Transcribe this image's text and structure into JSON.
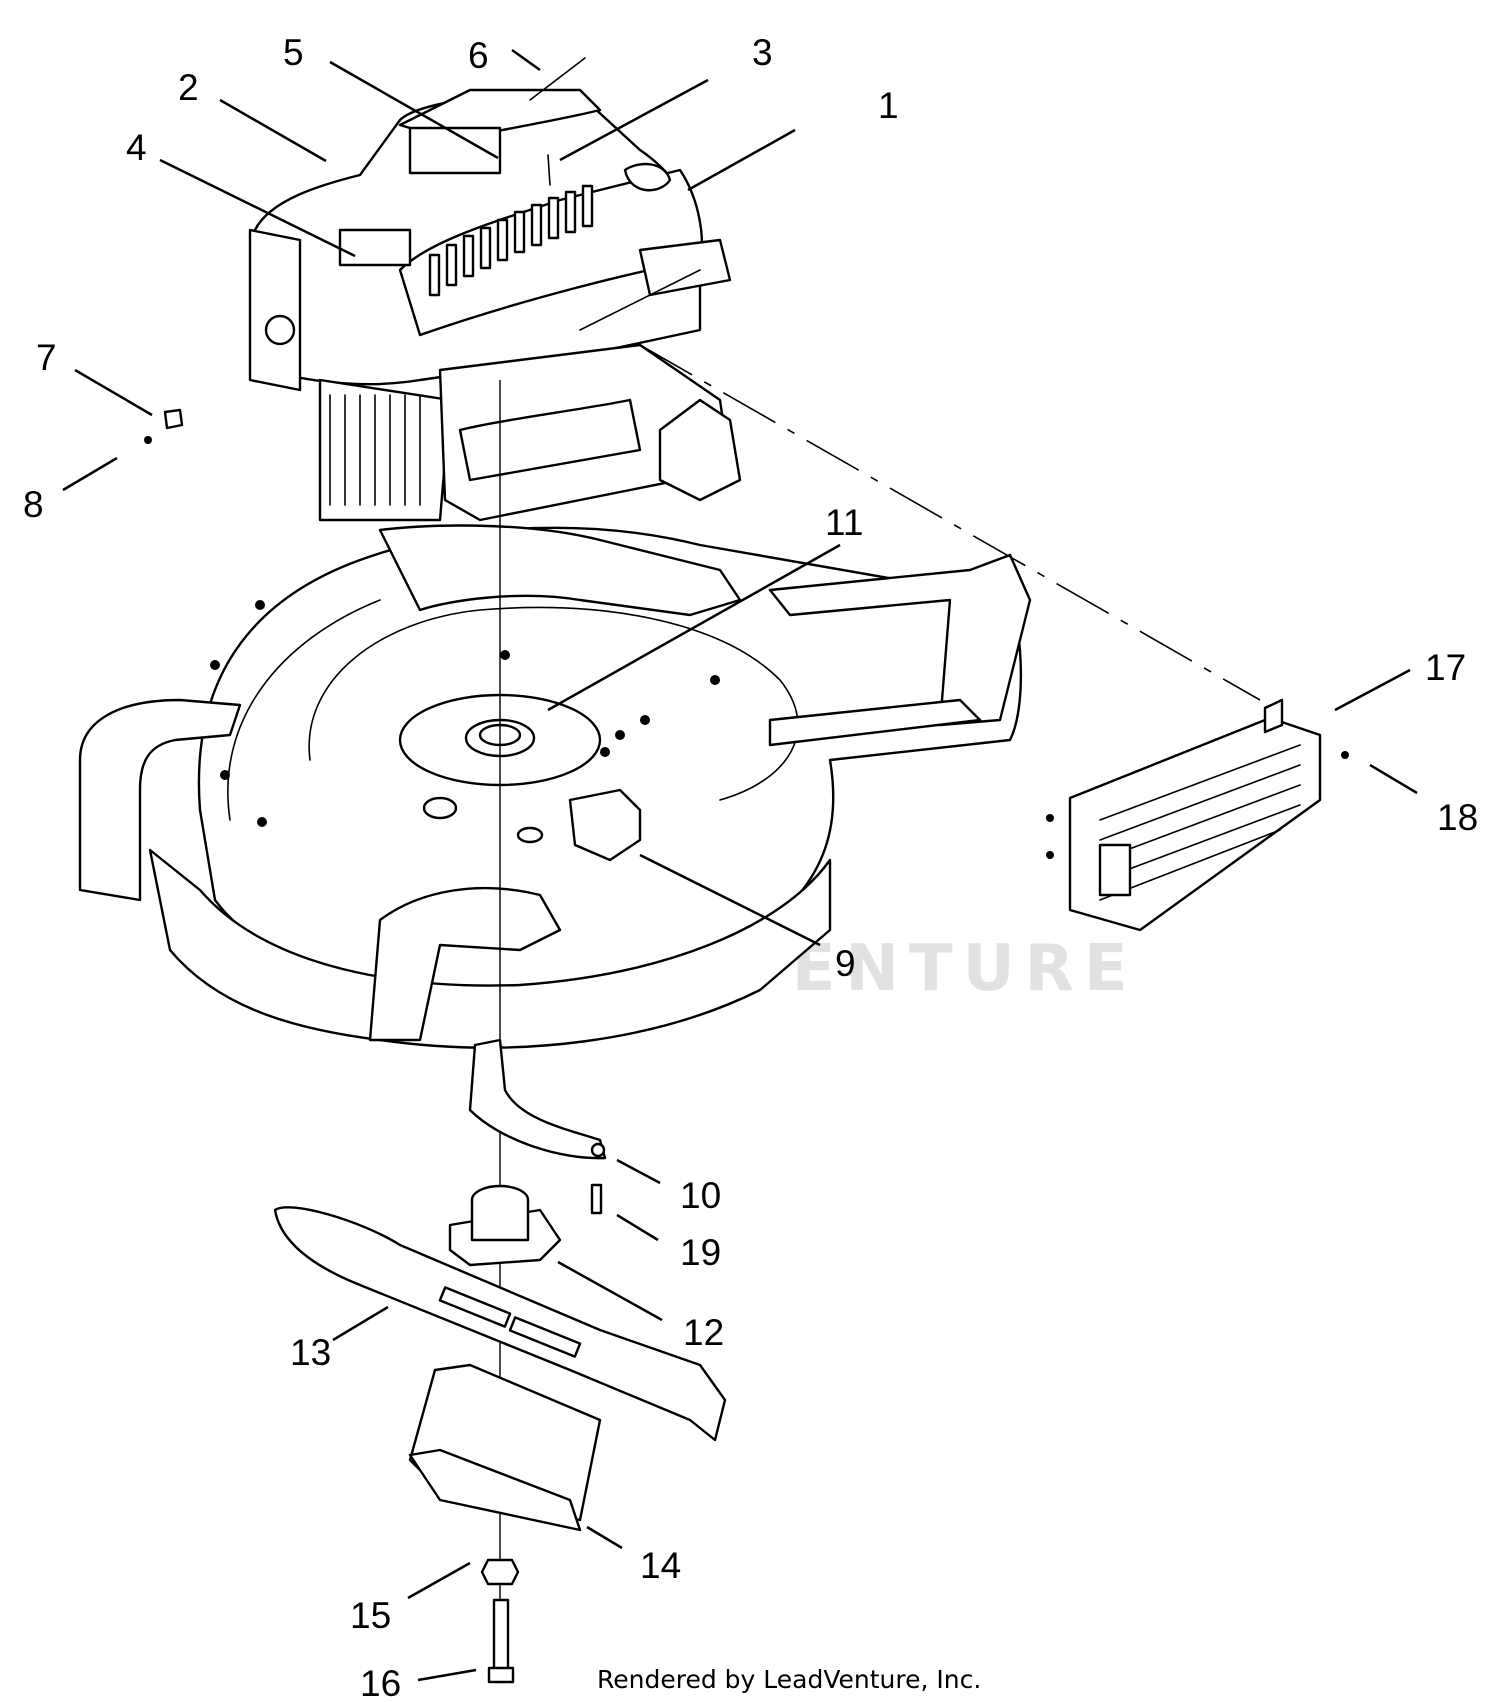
{
  "callouts": {
    "c1": "1",
    "c2": "2",
    "c3": "3",
    "c4": "4",
    "c5": "5",
    "c6": "6",
    "c7": "7",
    "c8": "8",
    "c9": "9",
    "c10": "10",
    "c11": "11",
    "c12": "12",
    "c13": "13",
    "c14": "14",
    "c15": "15",
    "c16": "16",
    "c17": "17",
    "c18": "18",
    "c19": "19"
  },
  "watermark": "LEADVENTURE",
  "credit": "Rendered by LeadVenture, Inc."
}
